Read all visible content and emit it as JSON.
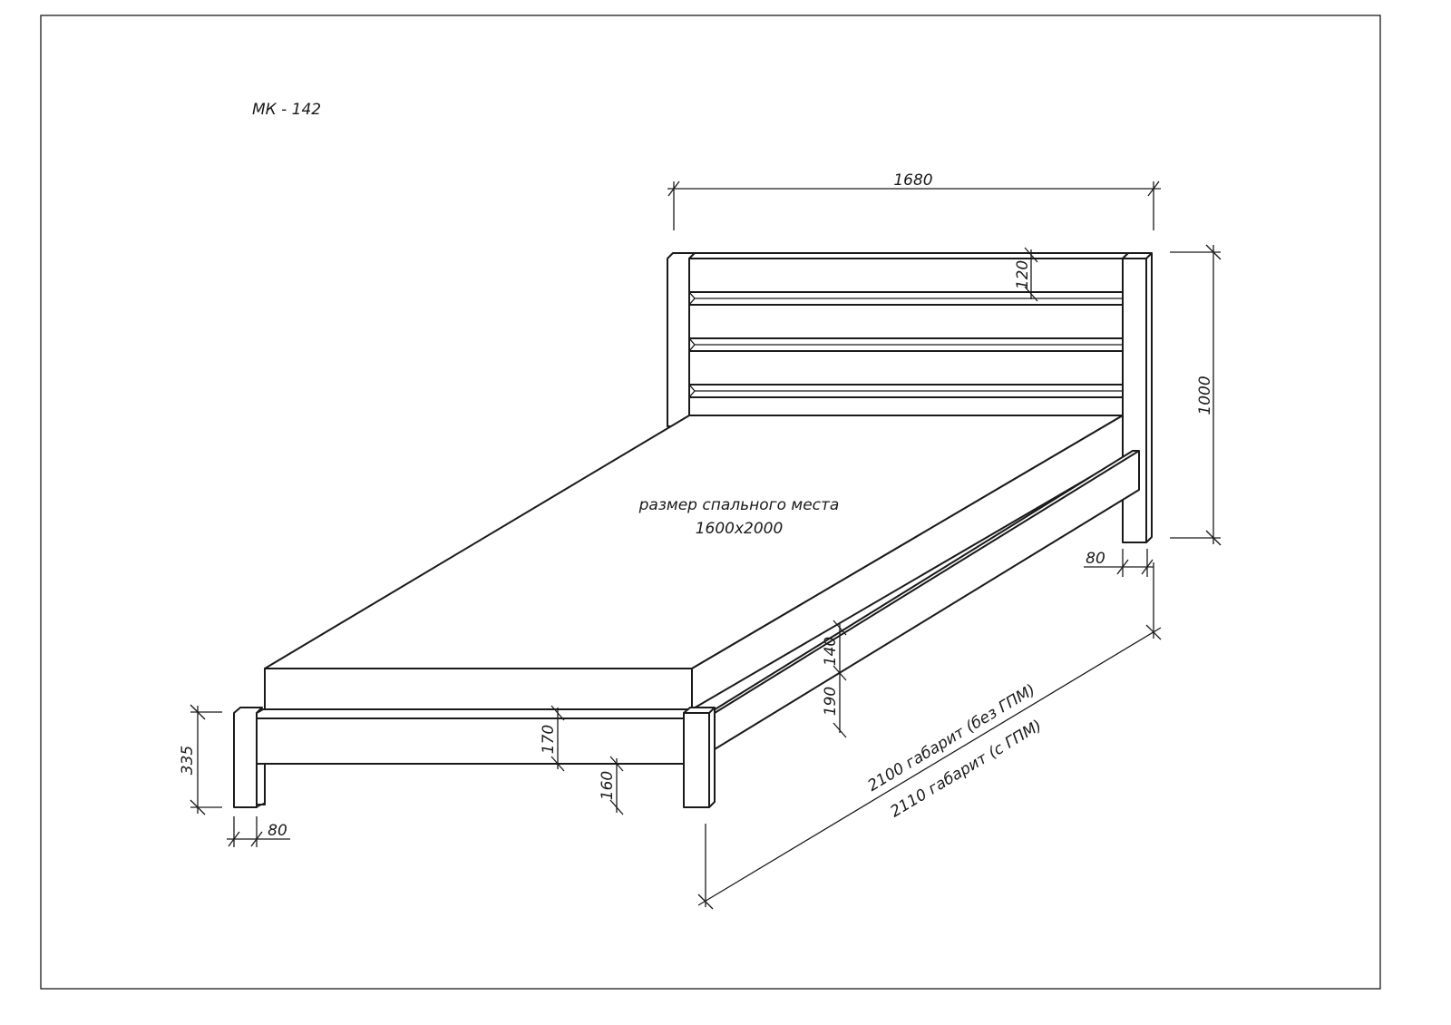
{
  "title": "МК - 142",
  "sleeping_area": {
    "label": "размер спального места",
    "size": "1600x2000"
  },
  "dimensions": {
    "overall_width": "1680",
    "headboard_height": "1000",
    "top_board": "120",
    "post_width_back": "80",
    "foot_height": "335",
    "post_width_front": "80",
    "front_rail": "170",
    "front_clearance": "160",
    "mattress_height": "140",
    "side_rail": "190",
    "length_without": "2100 габарит (без ГПМ)",
    "length_with": "2110 габарит (с ГПМ)"
  }
}
